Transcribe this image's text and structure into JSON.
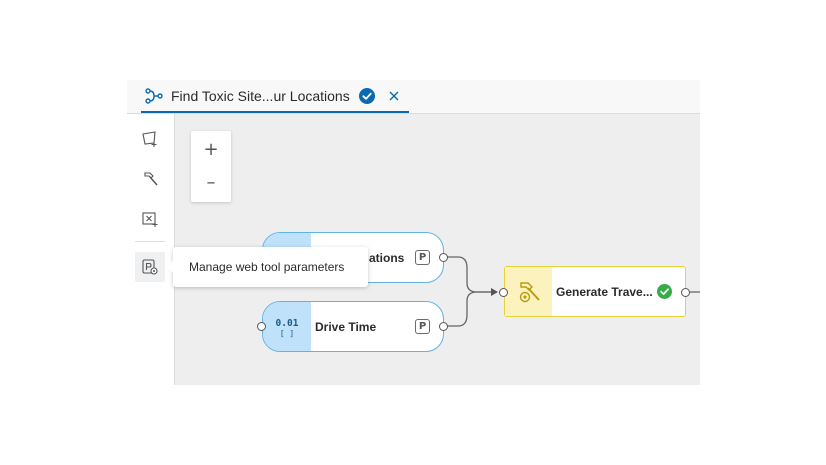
{
  "tab": {
    "title": "Find Toxic Site...ur Locations",
    "icon": "model-flow-icon",
    "status_icon": "check-circle-icon",
    "close_icon": "close-icon",
    "accent": "#0a6ab1"
  },
  "toolbar": {
    "items": [
      {
        "name": "add-data-icon"
      },
      {
        "name": "tools-hammer-icon"
      },
      {
        "name": "add-variable-icon"
      },
      {
        "name": "web-tool-parameters-icon"
      }
    ]
  },
  "zoom": {
    "in_label": "+",
    "out_label": "–"
  },
  "nodes": {
    "locations": {
      "label": "ations",
      "param_badge": "P"
    },
    "drive_time": {
      "label": "Drive Time",
      "param_badge": "P",
      "icon_text": "0.01"
    },
    "generate": {
      "label": "Generate Trave...",
      "status_icon": "check-circle-icon"
    }
  },
  "tooltip": {
    "text": "Manage web tool parameters"
  },
  "colors": {
    "variable_fill": "#bfe2fa",
    "variable_border": "#61b3e3",
    "tool_fill": "#fcf2bd",
    "tool_border": "#e9d23a",
    "success": "#35ac46",
    "canvas": "#eeeeee"
  }
}
